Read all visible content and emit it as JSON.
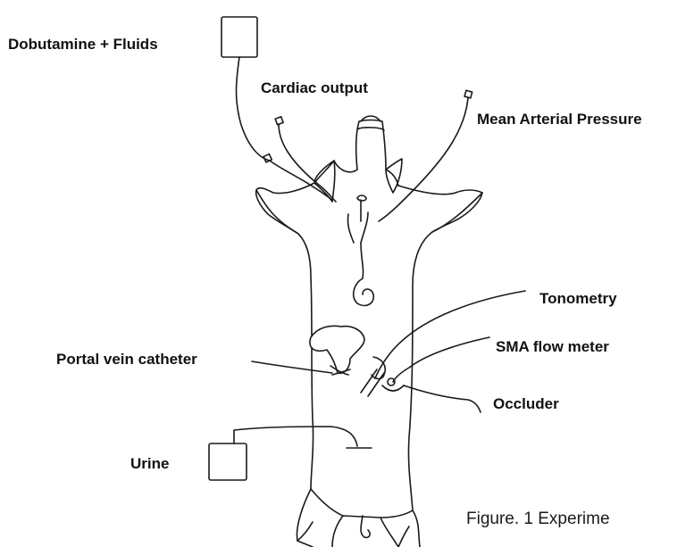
{
  "labels": {
    "dobutamine": "Dobutamine + Fluids",
    "cardiac_output": "Cardiac output",
    "map": "Mean Arterial Pressure",
    "tonometry": "Tonometry",
    "sma_flow": "SMA flow meter",
    "portal_vein": "Portal vein catheter",
    "occluder": "Occluder",
    "urine": "Urine"
  },
  "caption": "Figure. 1  Experime",
  "colors": {
    "ink": "#1a1a1a",
    "background": "#ffffff"
  }
}
